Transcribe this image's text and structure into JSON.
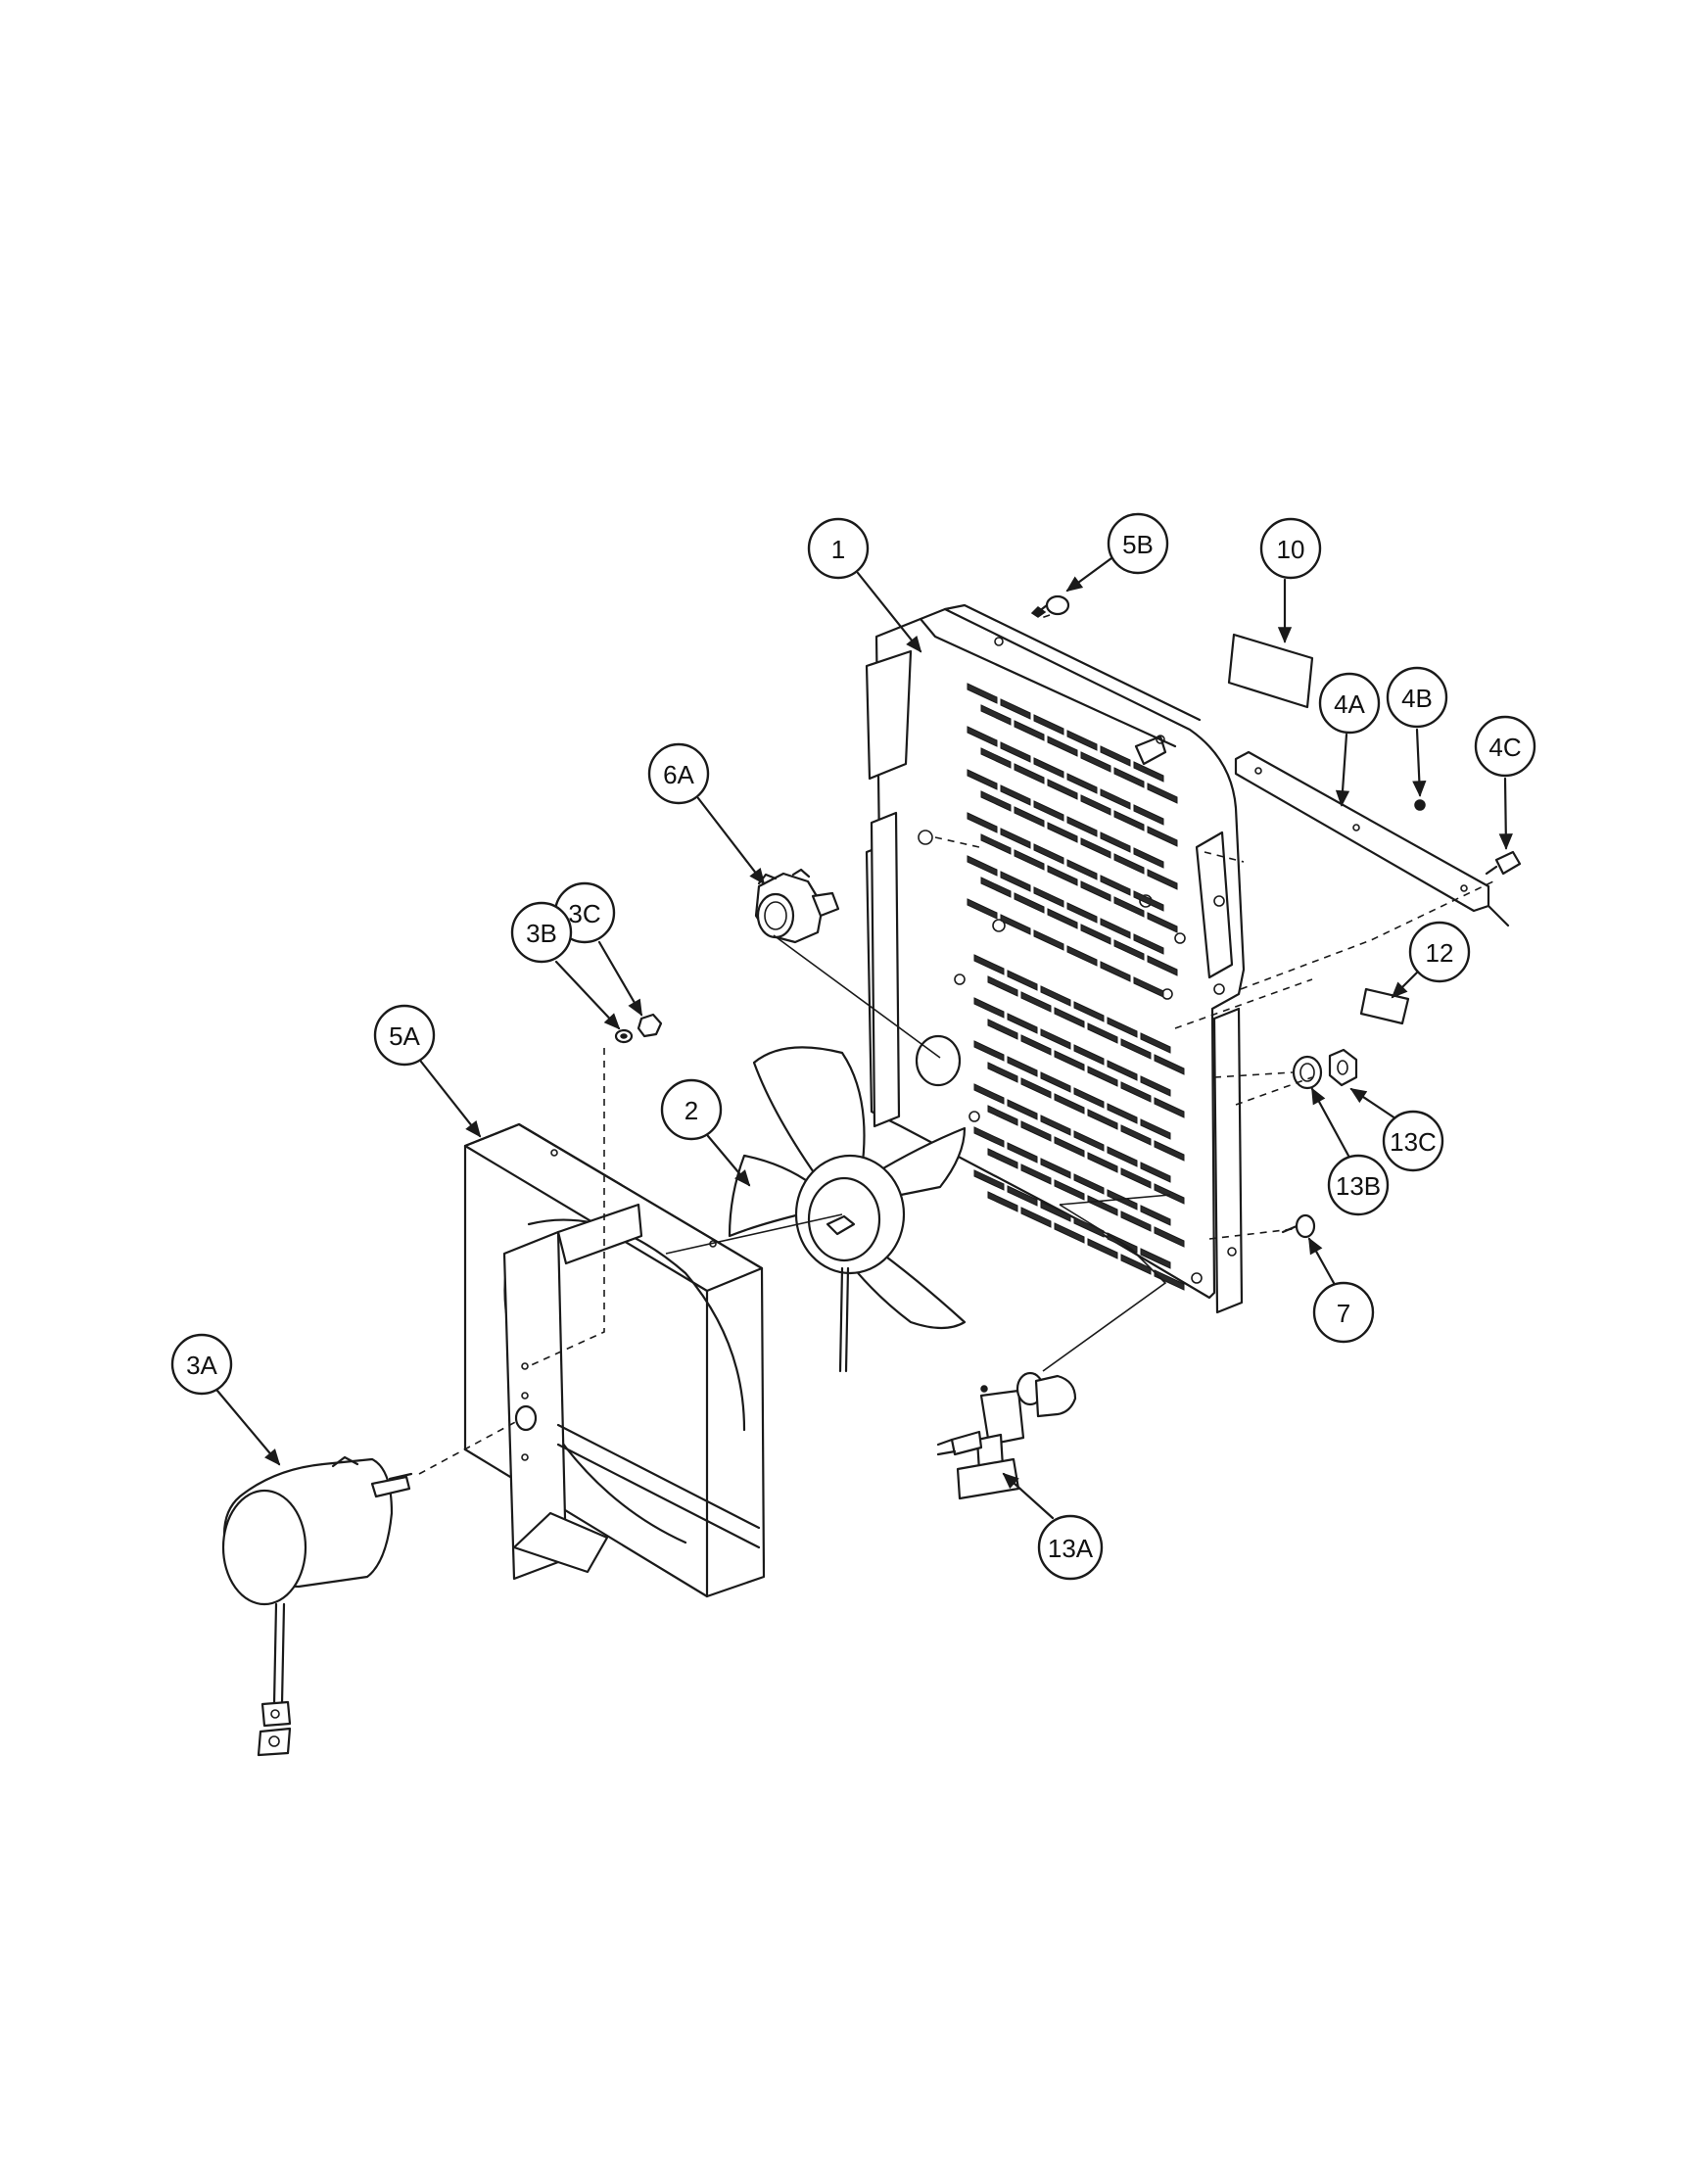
{
  "colors": {
    "line": "#1a1a1a",
    "background": "#ffffff"
  },
  "callouts": [
    {
      "id": "1",
      "label": "1"
    },
    {
      "id": "5B",
      "label": "5B"
    },
    {
      "id": "10",
      "label": "10"
    },
    {
      "id": "4A",
      "label": "4A"
    },
    {
      "id": "4B",
      "label": "4B"
    },
    {
      "id": "4C",
      "label": "4C"
    },
    {
      "id": "6A",
      "label": "6A"
    },
    {
      "id": "12",
      "label": "12"
    },
    {
      "id": "3C",
      "label": "3C"
    },
    {
      "id": "3B",
      "label": "3B"
    },
    {
      "id": "5A",
      "label": "5A"
    },
    {
      "id": "2",
      "label": "2"
    },
    {
      "id": "13C",
      "label": "13C"
    },
    {
      "id": "13B",
      "label": "13B"
    },
    {
      "id": "7",
      "label": "7"
    },
    {
      "id": "3A",
      "label": "3A"
    },
    {
      "id": "13A",
      "label": "13A"
    }
  ]
}
